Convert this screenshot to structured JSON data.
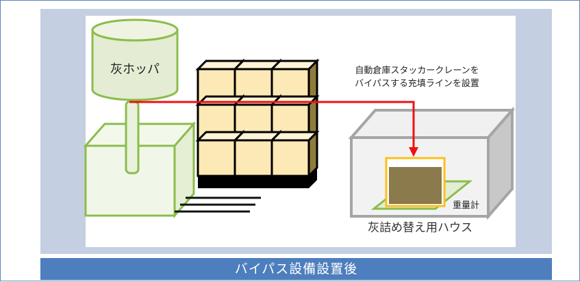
{
  "diagram": {
    "hopper_label": "灰ホッパ",
    "annotation_lines": [
      "自動倉庫スタッカークレーンを",
      "バイパスする充填ラインを設置"
    ],
    "scale_label": "重量計",
    "house_label": "灰詰め替え用ハウス",
    "caption": "バイパス設備設置後"
  },
  "colors": {
    "frame_border": "#5b86b8",
    "panel_bg": "#c4cfe1",
    "caption_bg": "#4d7ebd",
    "hopper_green": "#8cbc4c",
    "crate_fill": "#fde9b6",
    "flow_line": "#ee1111",
    "container_edge": "#fcc01c",
    "container_fill": "#8b7a4b"
  }
}
